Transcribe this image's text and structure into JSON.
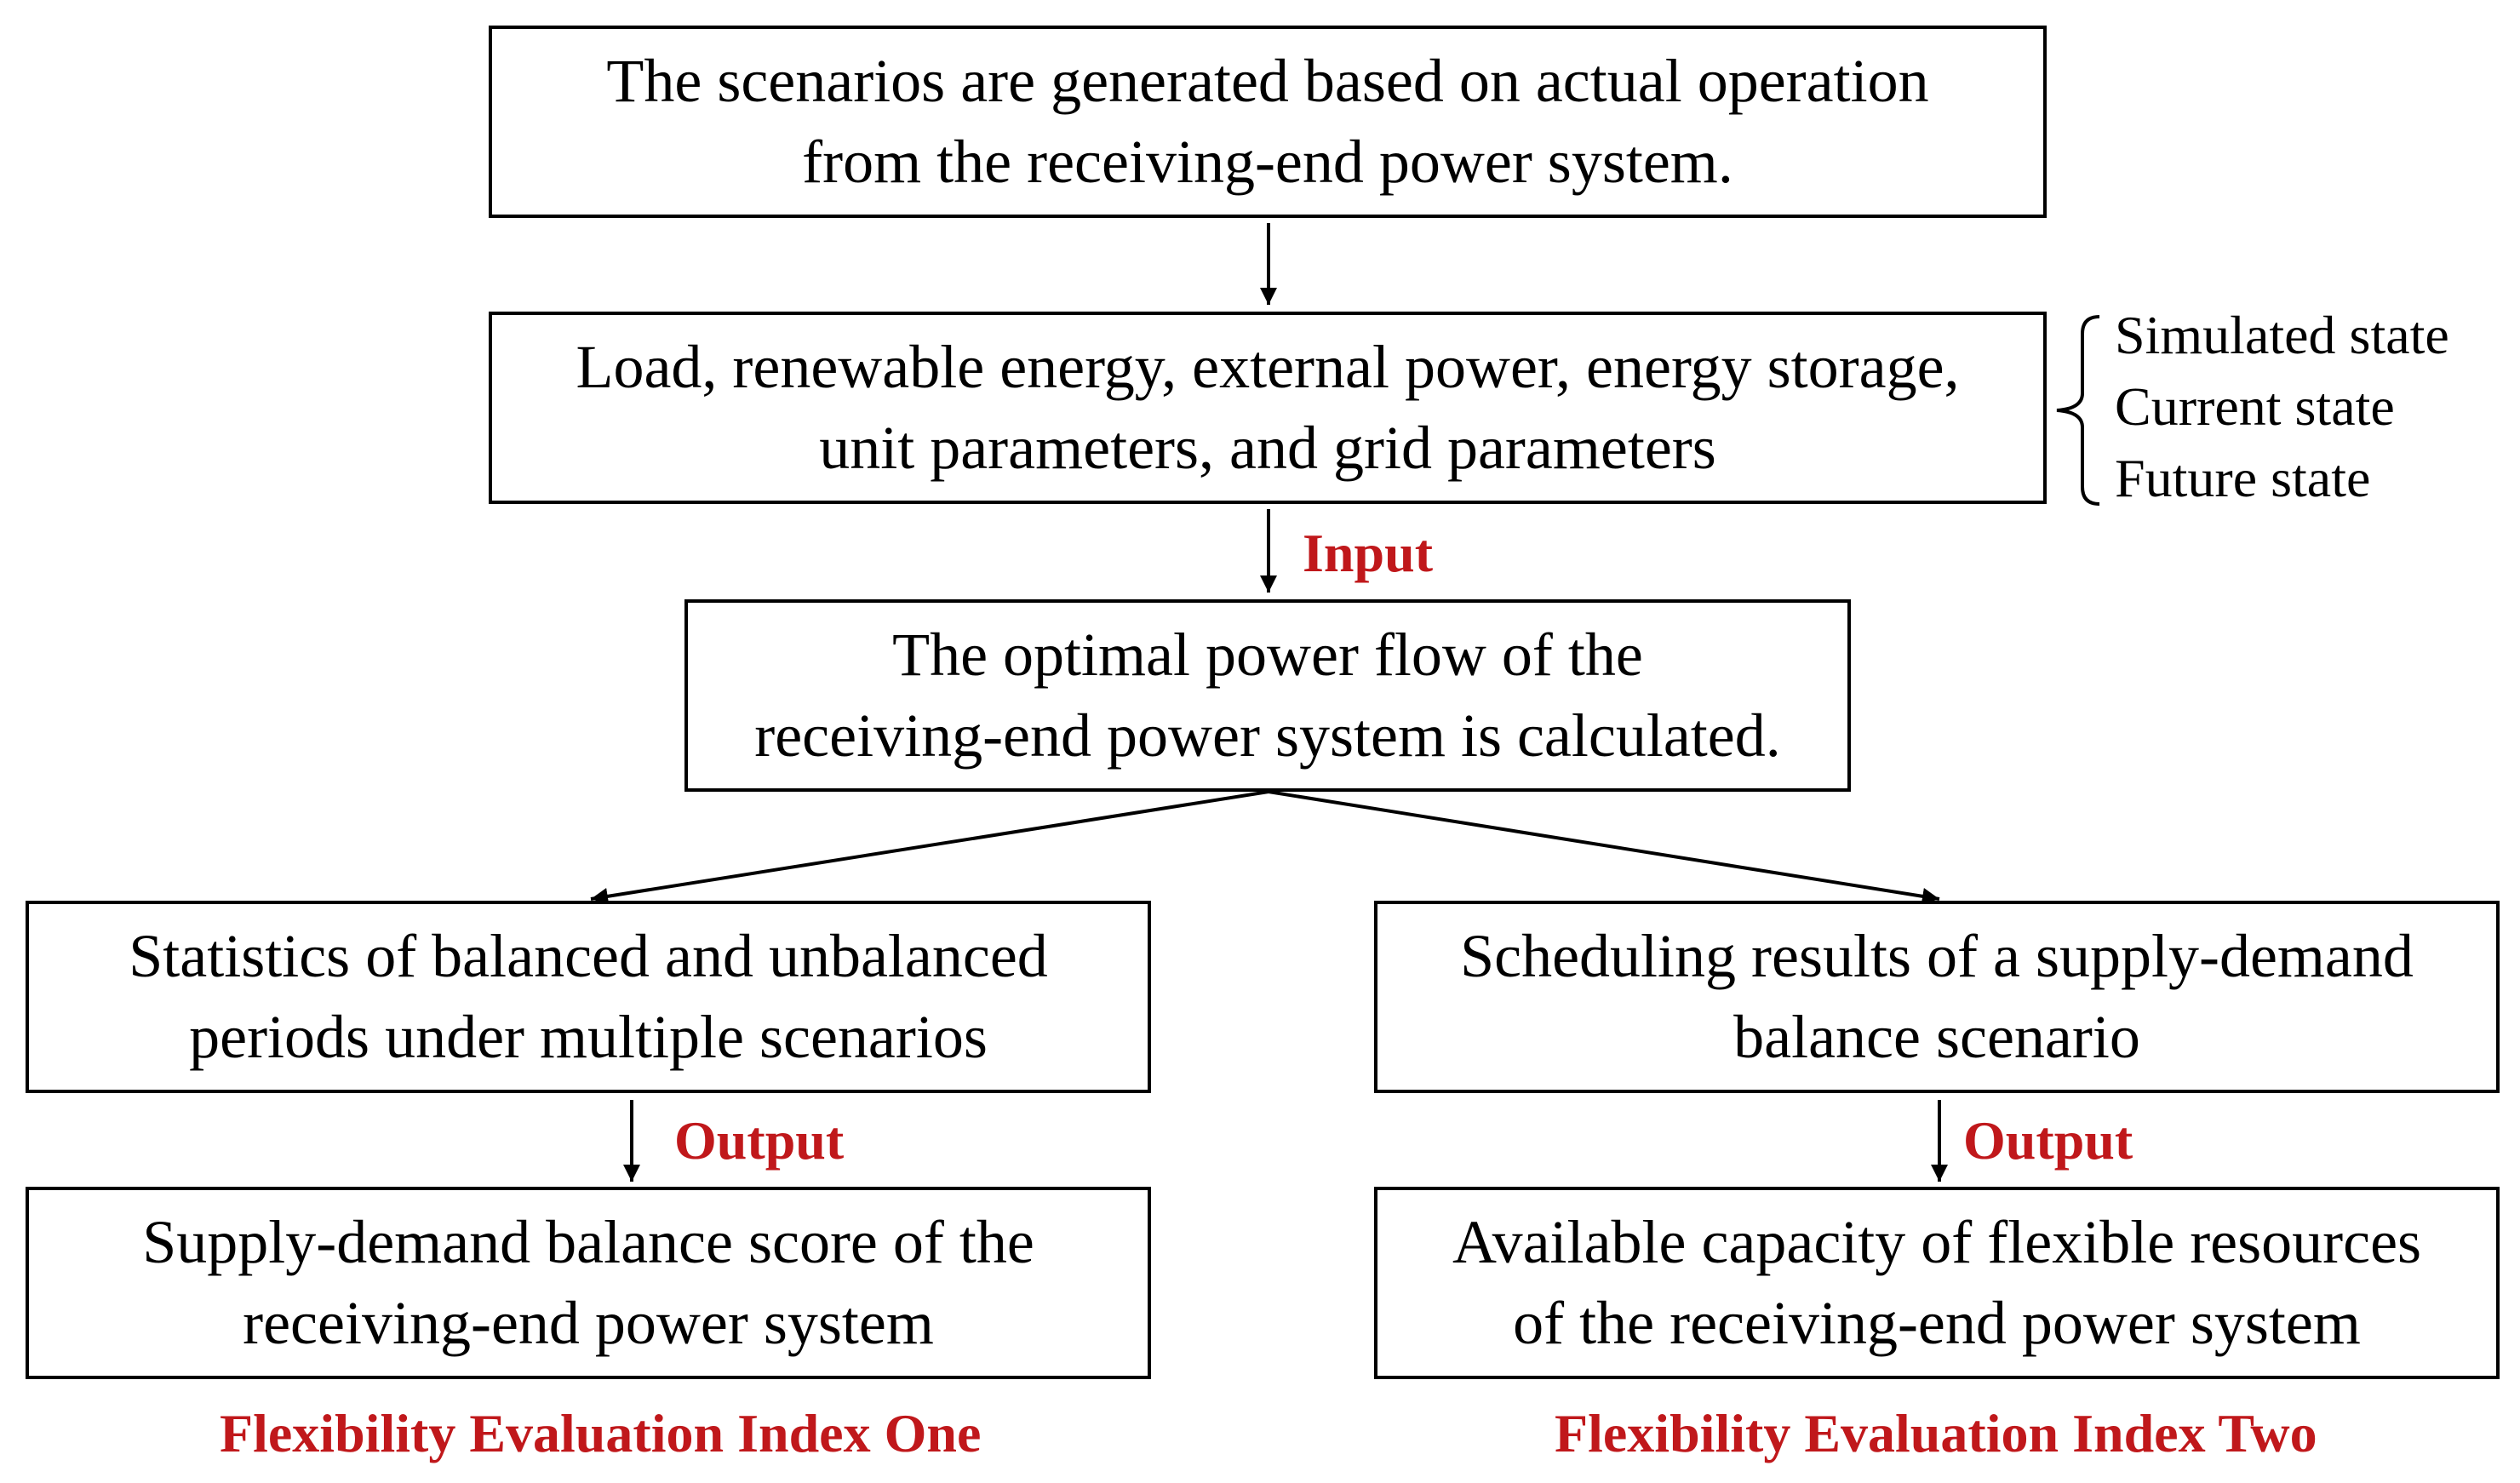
{
  "boxes": {
    "scenarios": {
      "line1": "The scenarios are generated based on actual operation",
      "line2": "from the receiving-end power system."
    },
    "parameters": {
      "line1": "Load, renewable energy, external power, energy storage,",
      "line2": "unit parameters, and grid parameters"
    },
    "opf": {
      "line1": "The optimal power flow of the",
      "line2": "receiving-end power system is calculated."
    },
    "statistics": {
      "line1": "Statistics of balanced and unbalanced",
      "line2": "periods under multiple scenarios"
    },
    "scheduling": {
      "line1": "Scheduling results of a supply-demand",
      "line2": "balance scenario"
    },
    "score": {
      "line1": "Supply-demand balance score of the",
      "line2": "receiving-end power system"
    },
    "capacity": {
      "line1": "Available capacity of flexible resources",
      "line2": "of the receiving-end power system"
    }
  },
  "states": [
    "Simulated state",
    "Current state",
    "Future state"
  ],
  "labels": {
    "input": "Input",
    "output_left": "Output",
    "output_right": "Output",
    "index_one": "Flexibility Evaluation Index One",
    "index_two": "Flexibility Evaluation Index Two"
  },
  "colors": {
    "accent": "#c0181b",
    "line": "#000000"
  }
}
